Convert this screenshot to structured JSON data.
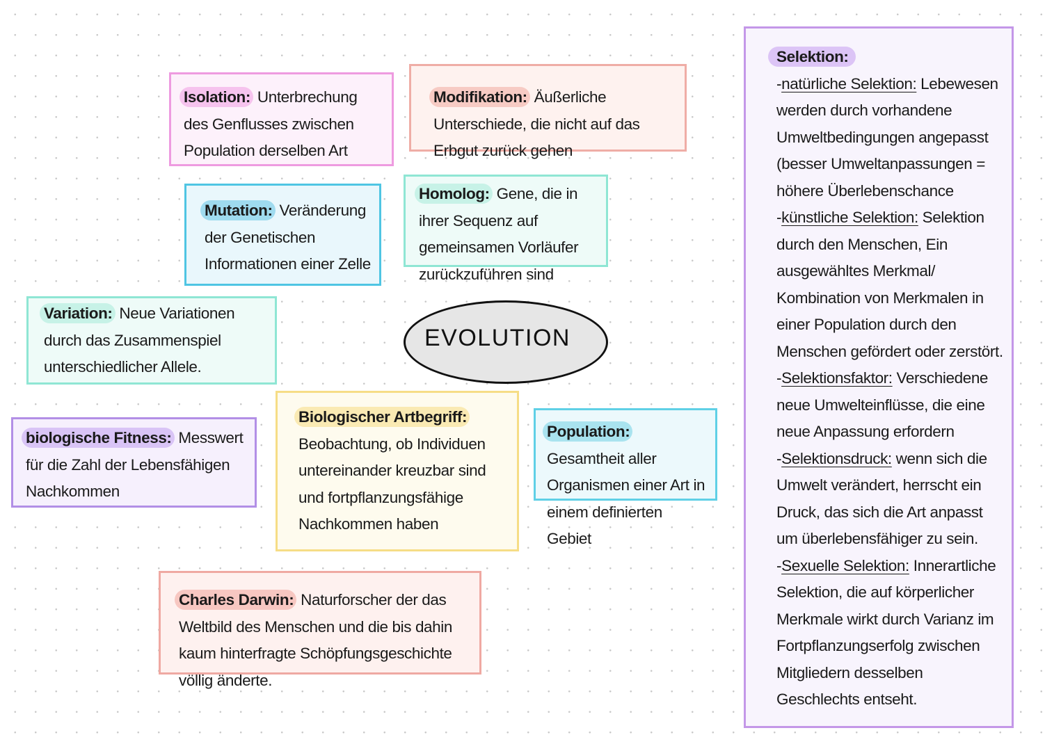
{
  "central_topic": "EVOLUTION",
  "cards": {
    "isolation": {
      "term": "Isolation:",
      "definition": "Unterbrechung des Genflusses zwischen Population derselben Art",
      "border_color": "#ee9be0",
      "highlight_color": "#f6c3ee"
    },
    "modifikation": {
      "term": "Modifikation:",
      "definition": "Äußerliche Unterschiede, die nicht auf das Erbgut zurück gehen",
      "border_color": "#efada6",
      "highlight_color": "#f7cbc4"
    },
    "mutation": {
      "term": "Mutation:",
      "definition": "Veränderung der Genetischen Informationen einer Zelle",
      "border_color": "#4fc5e3",
      "highlight_color": "#9fdbef"
    },
    "homolog": {
      "term": "Homolog:",
      "definition": "Gene, die in ihrer Sequenz auf gemeinsamen Vorläufer zurückzuführen sind",
      "border_color": "#8fe6d4",
      "highlight_color": "#c7f2e7"
    },
    "variation": {
      "term": "Variation:",
      "definition": "Neue Variationen durch das Zusammenspiel unterschiedlicher Allele.",
      "border_color": "#8fe6d4",
      "highlight_color": "#c7f2e7"
    },
    "fitness": {
      "term": "biologische Fitness:",
      "definition": "Messwert für die Zahl der Lebensfähigen Nachkommen",
      "border_color": "#b28fe6",
      "highlight_color": "#d9c4f6"
    },
    "artbegriff": {
      "term": "Biologischer Artbegriff:",
      "definition": "Beobachtung, ob Individuen untereinander kreuzbar sind und fortpflanzungsfähige Nachkommen haben",
      "border_color": "#f6dd86",
      "highlight_color": "#faeab3"
    },
    "population": {
      "term": "Population:",
      "definition": "Gesamtheit aller Organismen einer Art in einem definierten Gebiet",
      "border_color": "#5fd0e6",
      "highlight_color": "#a9e3ef"
    },
    "darwin": {
      "term": "Charles Darwin:",
      "definition": "Naturforscher der das Weltbild des Menschen und die bis dahin kaum hinterfragte Schöpfungsgeschichte völlig änderte.",
      "border_color": "#efa9a2",
      "highlight_color": "#f7c7c1"
    }
  },
  "selektion": {
    "term": "Selektion:",
    "border_color": "#c497e8",
    "highlight_color": "#dcc4f6",
    "items": [
      {
        "prefix": "-",
        "subterm": "natürliche Selektion:",
        "text": " Lebewesen werden durch vorhandene Umweltbedingungen angepasst (besser Umweltanpassungen = höhere Überlebenschance"
      },
      {
        "prefix": "-",
        "subterm": "künstliche Selektion:",
        "text": " Selektion durch den Menschen, Ein ausgewähltes Merkmal/ Kombination von Merkmalen in einer Population durch den Menschen gefördert oder zerstört."
      },
      {
        "prefix": "-",
        "subterm": "Selektionsfaktor:",
        "text": " Verschiedene neue Umwelteinflüsse, die eine neue Anpassung erfordern"
      },
      {
        "prefix": "-",
        "subterm": "Selektionsdruck:",
        "text": " wenn sich die Umwelt  verändert, herrscht ein Druck, das sich die Art anpasst um überlebensfähiger zu sein."
      },
      {
        "prefix": "-",
        "subterm": "Sexuelle Selektion:",
        "text": " Innerartliche Selektion, die auf körperlicher Merkmale wirkt durch Varianz im Fortpflanzungserfolg zwischen Mitgliedern desselben Geschlechts entseht."
      }
    ]
  }
}
